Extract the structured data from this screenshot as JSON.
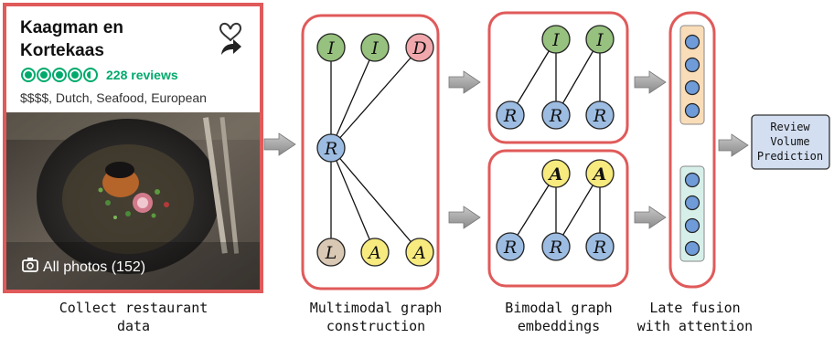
{
  "card": {
    "restaurant_name_line1": "Kaagman en",
    "restaurant_name_line2": "Kortekaas",
    "rating_bubbles": 4.5,
    "reviews": "228 reviews",
    "details": "$$$$, Dutch, Seafood, European",
    "photos_label": "All photos (152)",
    "heart_icon": "heart-outline-icon",
    "share_icon": "share-arrow-icon",
    "camera_icon": "camera-icon",
    "colors": {
      "border": "#e05a5a",
      "rating": "#00aa6c"
    }
  },
  "steps": {
    "collect_line1": "Collect restaurant",
    "collect_line2": "data",
    "multimodal_line1": "Multimodal graph",
    "multimodal_line2": "construction",
    "bimodal_line1": "Bimodal graph",
    "bimodal_line2": "embeddings",
    "fusion_line1": "Late fusion",
    "fusion_line2": "with attention"
  },
  "graph": {
    "multimodal_top": [
      "I",
      "I",
      "D"
    ],
    "multimodal_center": "R",
    "multimodal_bottom": [
      "L",
      "A",
      "A"
    ],
    "bimodal_top_upper": [
      "I",
      "I"
    ],
    "bimodal_top_lower": [
      "R",
      "R",
      "R"
    ],
    "bimodal_bottom_upper": [
      "A",
      "A"
    ],
    "bimodal_bottom_lower": [
      "R",
      "R",
      "R"
    ],
    "node_colors": {
      "I": "#97c17e",
      "D": "#f0a8ac",
      "R": "#9dbce2",
      "L": "#d9c8b4",
      "A": "#f7ea7e"
    }
  },
  "output": {
    "line1": "Review",
    "line2": "Volume",
    "line3": "Prediction"
  }
}
